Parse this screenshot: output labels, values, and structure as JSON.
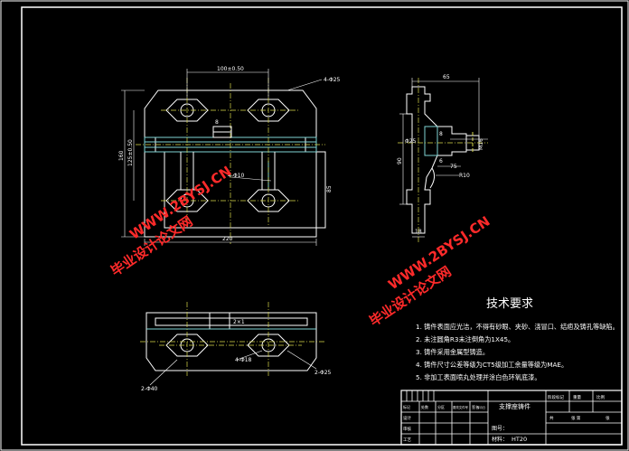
{
  "front_view": {
    "dim_spacing": "100±0.50",
    "dim_width": "220",
    "dim_height": "160",
    "dim_inner_height": "125±0.50",
    "dim_right": "85",
    "hole_label": "4-Φ25",
    "bolt_label": "4-Φ10",
    "center_mark": "8"
  },
  "side_view": {
    "dim_top": "65",
    "dim_height": "90",
    "dim_small": "18",
    "dim_r": "R10",
    "dim_angle": "75",
    "dim_thread": "M16",
    "dim_left": "Φ25",
    "dim_side_a": "8",
    "dim_side_b": "6"
  },
  "top_view": {
    "hole_label_left": "2-Φ40",
    "hole_label_mid": "4-Φ18",
    "hole_label_right": "2-Φ25",
    "center_mark": "2×1"
  },
  "tech": {
    "title": "技术要求",
    "items": [
      "1. 铸件表面应光洁，不得有砂眼、夹砂、浇冒口、结疤及铸孔等缺陷。",
      "2. 未注圆角R3未注倒角为1X45。",
      "3. 铸件采用金属型铸造。",
      "4. 铸件尺寸公差等级为CT5级加工余量等级为MAE。",
      "5. 非加工表面喷丸处理并涂白色环氧底漆。"
    ]
  },
  "title_block": {
    "part_name": "支撑座铸件",
    "material_label": "材料：",
    "material": "HT20",
    "drawing_label": "图号：",
    "row_labels": [
      "标记",
      "处数",
      "分区",
      "更改文件号",
      "签名",
      "年月日"
    ],
    "design": "设计",
    "check": "审核",
    "craft": "工艺",
    "stage": "阶段标记",
    "weight": "重量",
    "scale": "比例",
    "sheet_total": "共",
    "sheet_no": "张 第",
    "sheet_end": "张"
  },
  "watermarks": [
    {
      "cn": "毕业设计论文网",
      "url": "WWW.2BYSJ.CN"
    },
    {
      "cn": "毕业设计论文网",
      "url": "WWW.2BYSJ.CN"
    }
  ]
}
